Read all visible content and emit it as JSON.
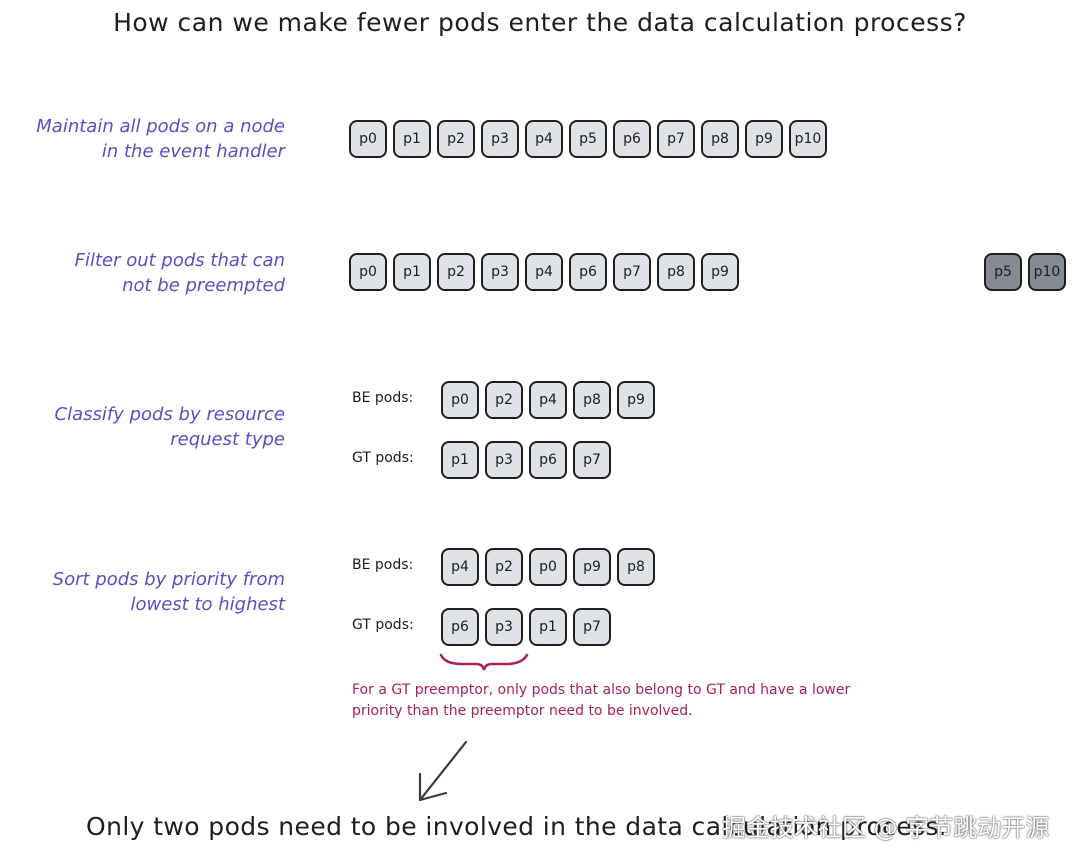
{
  "title": "How can we make fewer pods enter the data calculation process?",
  "steps": [
    {
      "label_line1": "Maintain all pods on a node",
      "label_line2": "in the event handler"
    },
    {
      "label_line1": "Filter out pods that can",
      "label_line2": "not be preempted"
    },
    {
      "label_line1": "Classify pods by resource",
      "label_line2": "request type"
    },
    {
      "label_line1": "Sort pods by priority from",
      "label_line2": "lowest to highest"
    }
  ],
  "row1_pods": [
    "p0",
    "p1",
    "p2",
    "p3",
    "p4",
    "p5",
    "p6",
    "p7",
    "p8",
    "p9",
    "p10"
  ],
  "row2_pods": [
    "p0",
    "p1",
    "p2",
    "p3",
    "p4",
    "p6",
    "p7",
    "p8",
    "p9"
  ],
  "row2_filtered": [
    "p5",
    "p10"
  ],
  "classify": {
    "be_label": "BE pods:",
    "be_pods": [
      "p0",
      "p2",
      "p4",
      "p8",
      "p9"
    ],
    "gt_label": "GT pods:",
    "gt_pods": [
      "p1",
      "p3",
      "p6",
      "p7"
    ]
  },
  "sort": {
    "be_label": "BE pods:",
    "be_pods": [
      "p4",
      "p2",
      "p0",
      "p9",
      "p8"
    ],
    "gt_label": "GT pods:",
    "gt_pods": [
      "p6",
      "p3",
      "p1",
      "p7"
    ]
  },
  "note_line1": "For a GT preemptor, only pods that also belong to GT and have a lower",
  "note_line2": "priority than the preemptor need to be involved.",
  "footer": "Only two pods need to be involved in the data calculation process.",
  "watermark": "掘金技术社区 @ 字节跳动开源",
  "colors": {
    "label": "#5b4ec4",
    "note": "#a8205a",
    "pod_fill": "#dfe2e6",
    "pod_filtered": "#868b91"
  }
}
